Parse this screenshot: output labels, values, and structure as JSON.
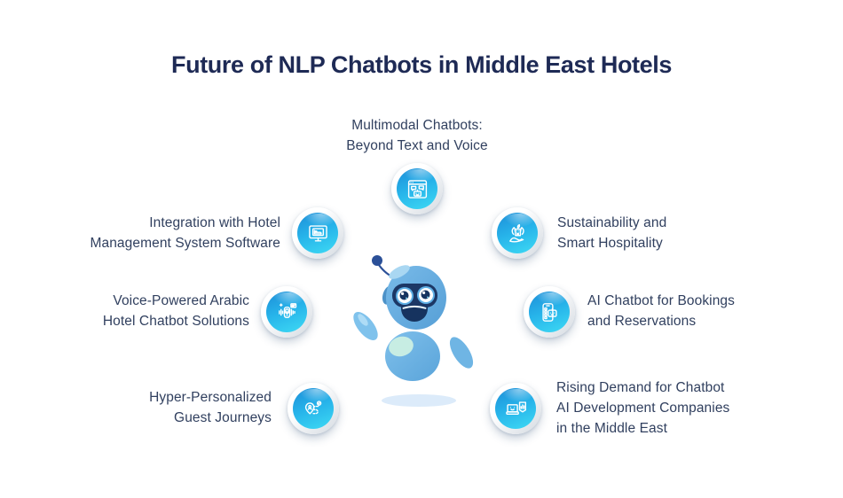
{
  "title": "Future of NLP Chatbots in Middle East Hotels",
  "palette": {
    "title_navy": "#1E2A55",
    "label_navy": "#31405F",
    "badge_blue_top": "#1D8ED8",
    "badge_cyan_bottom": "#3EDAF4",
    "badge_ring": "#FFFFFF",
    "robot_body_blue": "#61A9DD",
    "robot_face_navy": "#1C3765",
    "robot_shadow": "#DCEBFA"
  },
  "items": [
    {
      "id": "multimodal",
      "icon": "browser-chatbot-icon",
      "align": "center",
      "lines": [
        "Multimodal Chatbots:",
        "Beyond Text and Voice"
      ]
    },
    {
      "id": "integration",
      "icon": "monitor-hotel-icon",
      "align": "right",
      "lines": [
        "Integration with Hotel",
        "Management System Software"
      ]
    },
    {
      "id": "voice",
      "icon": "voice-assistant-icon",
      "align": "right",
      "lines": [
        "Voice-Powered Arabic",
        "Hotel Chatbot Solutions"
      ]
    },
    {
      "id": "hyper",
      "icon": "journey-map-pin-icon",
      "align": "right",
      "lines": [
        "Hyper-Personalized",
        "Guest Journeys"
      ]
    },
    {
      "id": "sustainability",
      "icon": "hand-hotel-leaves-icon",
      "align": "left",
      "lines": [
        "Sustainability and",
        "Smart Hospitality"
      ]
    },
    {
      "id": "aichatbot",
      "icon": "phone-booking-bot-icon",
      "align": "left",
      "lines": [
        "AI Chatbot for Bookings",
        "and Reservations"
      ]
    },
    {
      "id": "rising",
      "icon": "laptop-chart-badge-icon",
      "align": "left",
      "lines": [
        "Rising Demand for Chatbot",
        "AI Development Companies",
        "in the Middle East"
      ]
    }
  ],
  "mascot": {
    "name": "blue-chatbot-robot",
    "description": "smiling blue robot mascot with antenna, raised arm and floor shadow"
  }
}
